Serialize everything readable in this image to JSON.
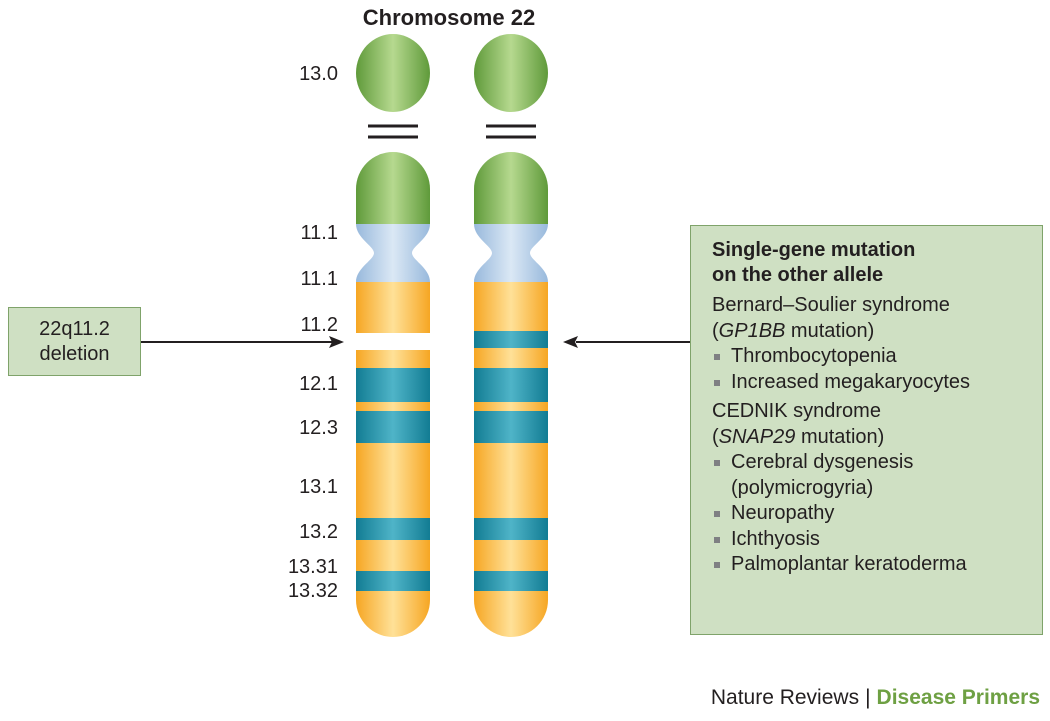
{
  "figure": {
    "title": "Chromosome 22",
    "band_labels": [
      "13.0",
      "11.1",
      "11.1",
      "11.2",
      "12.1",
      "12.3",
      "13.1",
      "13.2",
      "13.31",
      "13.32"
    ],
    "colors": {
      "p_arm_green": "#78b24d",
      "centromere_blue": "#b5cfe9",
      "q_arm_yellow": "#fbbd4a",
      "band_teal": "#1e8ea5",
      "box_fill": "#cfe0c3",
      "brand_green": "#6ea043"
    }
  },
  "deletion_box": {
    "line1": "22q11.2",
    "line2": "deletion"
  },
  "mutation_box": {
    "heading_line1": "Single-gene mutation",
    "heading_line2": "on the other allele",
    "syndromes": [
      {
        "name": "Bernard–Soulier syndrome",
        "gene": "GP1BB",
        "gene_suffix": " mutation)",
        "features": [
          "Thrombocytopenia",
          "Increased megakaryocytes"
        ]
      },
      {
        "name": "CEDNIK syndrome",
        "gene": "SNAP29",
        "gene_suffix": " mutation)",
        "features": [
          "Cerebral dysgenesis",
          "(polymicrogyria)",
          "Neuropathy",
          "Ichthyosis",
          "Palmoplantar keratoderma"
        ]
      }
    ]
  },
  "credit": {
    "journal": "Nature Reviews",
    "separator": "|",
    "section": "Disease Primers"
  }
}
